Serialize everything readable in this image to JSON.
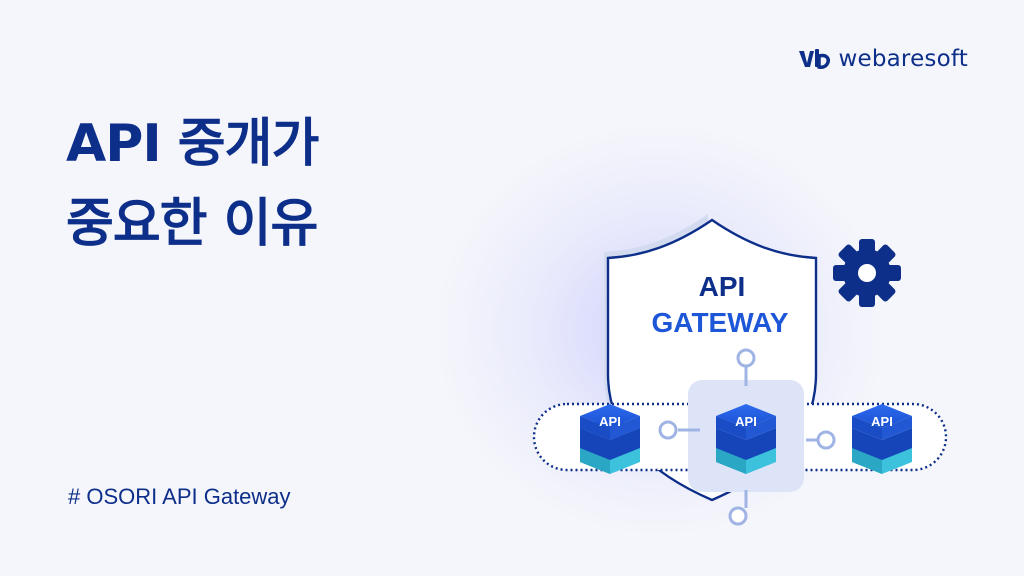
{
  "brand": {
    "name": "webaresoft",
    "color": "#0d2f8a"
  },
  "headline": {
    "line1": "API 중개가",
    "line2": "중요한 이유"
  },
  "hashtag": "# OSORI API Gateway",
  "illustration": {
    "shield_line1": "API",
    "shield_line2": "GATEWAY",
    "block_left": "API",
    "block_center": "API",
    "block_right": "API",
    "accent_color": "#1d57d8",
    "teal_color": "#3cc2dd"
  }
}
